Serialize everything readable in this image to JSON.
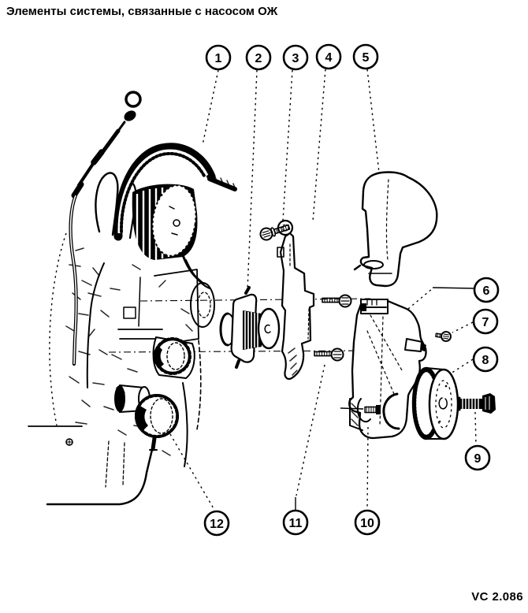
{
  "title": "Элементы системы, связанные с насосом ОЖ",
  "figure_code": "VC 2.086",
  "colors": {
    "ink": "#000000",
    "paper": "#ffffff"
  },
  "callouts": {
    "n1": "1",
    "n2": "2",
    "n3": "3",
    "n4": "4",
    "n5": "5",
    "n6": "6",
    "n7": "7",
    "n8": "8",
    "n9": "9",
    "n10": "10",
    "n11": "11",
    "n12": "12"
  }
}
